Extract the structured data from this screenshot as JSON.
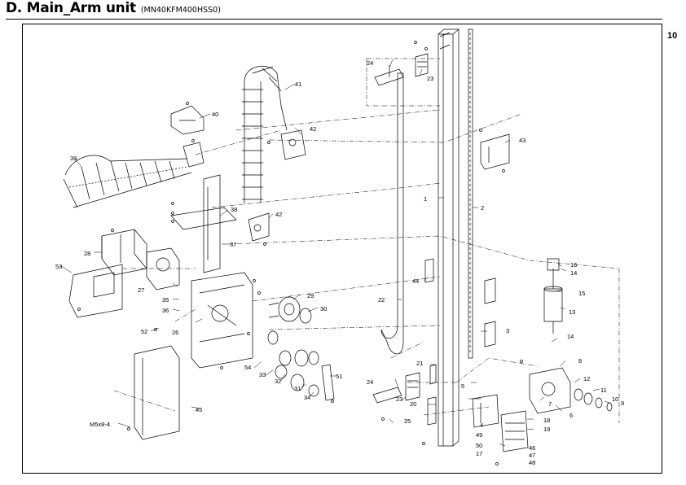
{
  "header": {
    "title": "D. Main_Arm unit",
    "model": "(MN40KFM400HSS0)",
    "page_number": "10"
  },
  "callouts": [
    {
      "label": "1"
    },
    {
      "label": "2"
    },
    {
      "label": "3"
    },
    {
      "label": "4"
    },
    {
      "label": "5"
    },
    {
      "label": "6"
    },
    {
      "label": "7"
    },
    {
      "label": "8"
    },
    {
      "label": "9"
    },
    {
      "label": "10"
    },
    {
      "label": "11"
    },
    {
      "label": "12"
    },
    {
      "label": "13"
    },
    {
      "label": "14"
    },
    {
      "label": "14"
    },
    {
      "label": "15"
    },
    {
      "label": "16"
    },
    {
      "label": "17"
    },
    {
      "label": "18"
    },
    {
      "label": "19"
    },
    {
      "label": "20"
    },
    {
      "label": "21"
    },
    {
      "label": "22"
    },
    {
      "label": "23"
    },
    {
      "label": "23"
    },
    {
      "label": "24"
    },
    {
      "label": "24"
    },
    {
      "label": "25"
    },
    {
      "label": "26"
    },
    {
      "label": "27"
    },
    {
      "label": "28"
    },
    {
      "label": "29"
    },
    {
      "label": "30"
    },
    {
      "label": "31"
    },
    {
      "label": "32"
    },
    {
      "label": "33"
    },
    {
      "label": "34"
    },
    {
      "label": "35"
    },
    {
      "label": "36"
    },
    {
      "label": "37"
    },
    {
      "label": "38"
    },
    {
      "label": "39"
    },
    {
      "label": "40"
    },
    {
      "label": "41"
    },
    {
      "label": "42"
    },
    {
      "label": "42"
    },
    {
      "label": "43"
    },
    {
      "label": "44"
    },
    {
      "label": "45"
    },
    {
      "label": "46"
    },
    {
      "label": "47"
    },
    {
      "label": "48"
    },
    {
      "label": "49"
    },
    {
      "label": "50"
    },
    {
      "label": "51"
    },
    {
      "label": "52"
    },
    {
      "label": "53"
    },
    {
      "label": "54"
    }
  ],
  "note": "M5x8-4"
}
